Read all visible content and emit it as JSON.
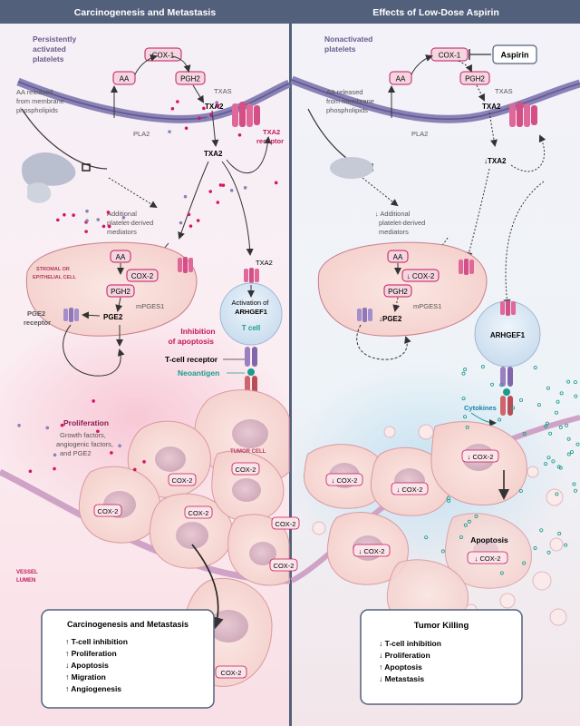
{
  "left_panel": {
    "header": "Carcinogenesis and Metastasis",
    "platelet_label": [
      "Persistently",
      "activated",
      "platelets"
    ],
    "cox1": "COX-1",
    "aa": "AA",
    "pgh2": "PGH2",
    "txas": "TXAS",
    "txa2_membrane": "TXA2",
    "txa2_receptor": [
      "TXA2",
      "receptor"
    ],
    "aa_released": [
      "AA released",
      "from membrane",
      "phospholipids"
    ],
    "pla2": "PLA2",
    "txa2_free": "TXA2",
    "mediators": [
      "Additional",
      "platelet-derived",
      "mediators"
    ],
    "stromal_cell": [
      "STROMAL OR",
      "EPITHELIAL CELL"
    ],
    "cell_aa": "AA",
    "cell_cox2": "COX-2",
    "cell_pgh2": "PGH2",
    "mpges1": "mPGES1",
    "pge2": "PGE2",
    "pge2_receptor": [
      "PGE2",
      "receptor"
    ],
    "tcell_txa2": "TXA2",
    "activation": [
      "Activation of",
      "ARHGEF1"
    ],
    "tcell": "T cell",
    "inhibition": [
      "Inhibition",
      "of apoptosis"
    ],
    "tcell_receptor": "T-cell receptor",
    "neoantigen": "Neoantigen",
    "proliferation_title": "Proliferation",
    "proliferation_detail": [
      "Growth factors,",
      "angiogenic factors,",
      "and PGE2"
    ],
    "tumor_cell": "TUMOR CELL",
    "cox2_badges": [
      "COX-2",
      "COX-2",
      "COX-2",
      "COX-2",
      "COX-2",
      "COX-2"
    ],
    "vessel_lumen": [
      "VESSEL",
      "LUMEN"
    ],
    "summary_title": "Carcinogenesis and Metastasis",
    "summary_items": [
      "↑ T-cell inhibition",
      "↑ Proliferation",
      "↓ Apoptosis",
      "↑ Migration",
      "↑ Angiogenesis"
    ],
    "metastasis_cox2": "COX-2"
  },
  "right_panel": {
    "header": "Effects of Low-Dose Aspirin",
    "platelet_label": [
      "Nonactivated",
      "platelets"
    ],
    "aspirin": "Aspirin",
    "cox1": "COX-1",
    "aa": "AA",
    "pgh2": "PGH2",
    "txas": "TXAS",
    "txa2_membrane": "TXA2",
    "aa_released": [
      "AA released",
      "from membrane",
      "phospholipids"
    ],
    "pla2": "PLA2",
    "txa2_reduced": "↓TXA2",
    "mediators": [
      "↓ Additional",
      "platelet-derived",
      "mediators"
    ],
    "cell_aa": "AA",
    "cell_cox2": "↓ COX-2",
    "cell_pgh2": "PGH2",
    "mpges1": "mPGES1",
    "pge2": "↓PGE2",
    "arhgef1": "ARHGEF1",
    "cytokines": "Cytokines",
    "cox2_badges": [
      "↓ COX-2",
      "↓ COX-2",
      "↓ COX-2",
      "↓ COX-2"
    ],
    "apoptosis": "Apoptosis",
    "apoptosis_cox2": "↓ COX-2",
    "summary_title": "Tumor Killing",
    "summary_items": [
      "↓ T-cell inhibition",
      "↓ Proliferation",
      "↑ Apoptosis",
      "↓ Metastasis"
    ]
  },
  "colors": {
    "header_bg": "#53607c",
    "pink_stroke": "#c2185b",
    "magenta_dot": "#d6136a",
    "purple_membrane": "#6f6a9e",
    "teal": "#1a9c8c",
    "cell_fill": "#f9dcd8",
    "tcell_fill": "#dceaf6"
  }
}
